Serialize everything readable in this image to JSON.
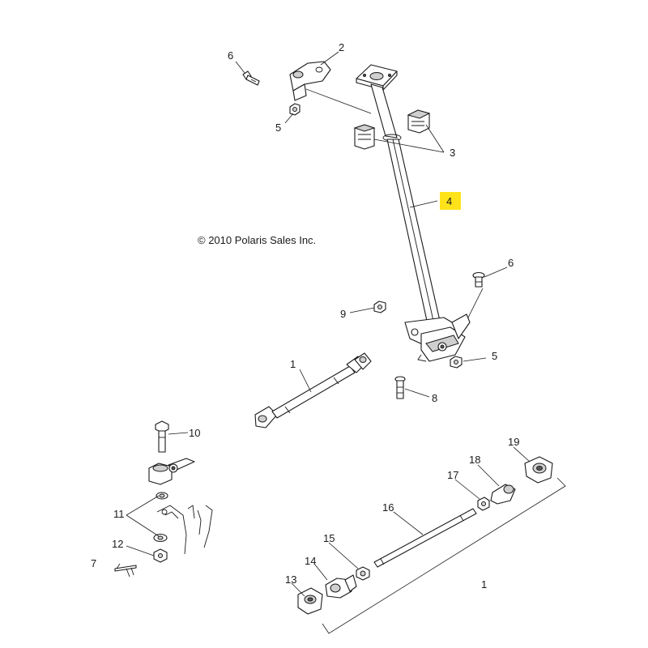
{
  "copyright": "© 2010 Polaris Sales Inc.",
  "highlighted_callout": "4",
  "highlight_color": "#ffe31a",
  "callouts": {
    "c2": "2",
    "c6a": "6",
    "c5a": "5",
    "c3": "3",
    "c4": "4",
    "c6b": "6",
    "c9": "9",
    "c5b": "5",
    "c1a": "1",
    "c8": "8",
    "c10": "10",
    "c19": "19",
    "c18": "18",
    "c17": "17",
    "c16": "16",
    "c11": "11",
    "c12": "12",
    "c15": "15",
    "c7": "7",
    "c14": "14",
    "c13": "13",
    "c1b": "1"
  }
}
